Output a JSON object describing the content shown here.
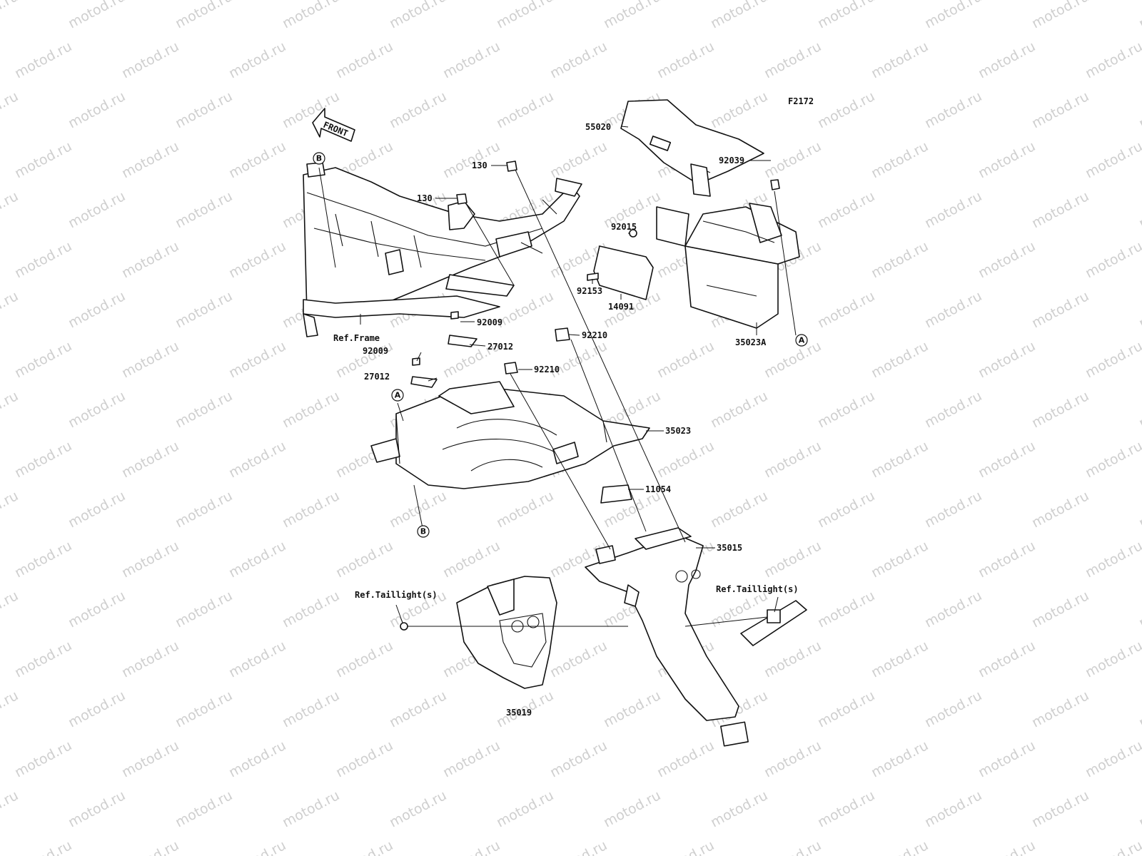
{
  "figure_code": "F2172",
  "front_arrow": "FRONT",
  "watermark": "motod.ru",
  "part_labels": {
    "p55020": "55020",
    "p130_a": "130",
    "p130_b": "130",
    "p92039": "92039",
    "p92015": "92015",
    "p92153": "92153",
    "p14091": "14091",
    "p35023A": "35023A",
    "p92009_a": "92009",
    "p92009_b": "92009",
    "p27012_a": "27012",
    "p27012_b": "27012",
    "p92210_a": "92210",
    "p92210_b": "92210",
    "p35023": "35023",
    "p11054": "11054",
    "p35015": "35015",
    "p35019": "35019"
  },
  "ref_labels": {
    "frame": "Ref.Frame",
    "taillight_left": "Ref.Taillight(s)",
    "taillight_right": "Ref.Taillight(s)"
  },
  "connectors": {
    "a_top": "A",
    "a_left": "A",
    "b_top": "B",
    "b_bottom": "B"
  }
}
